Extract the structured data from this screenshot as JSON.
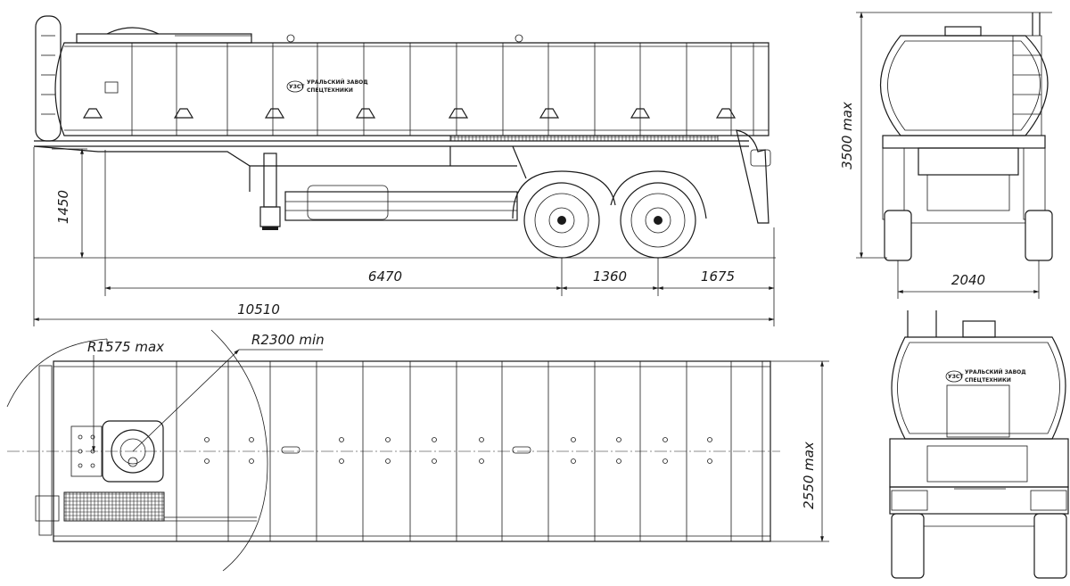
{
  "dimensions": {
    "overall_length": "10510",
    "axle_to_kingpin": "6470",
    "axle_spacing": "1360",
    "rear_overhang": "1675",
    "coupling_height": "1450",
    "overall_height": "3500 max",
    "track_width": "2040",
    "overall_width": "2550 max",
    "front_swing_radius": "R1575 max",
    "turning_radius": "R2300 min"
  },
  "manufacturer_plate": {
    "line1": "УРАЛЬСКИЙ ЗАВОД",
    "line2": "СПЕЦТЕХНИКИ",
    "mark": "УЗСТ"
  }
}
